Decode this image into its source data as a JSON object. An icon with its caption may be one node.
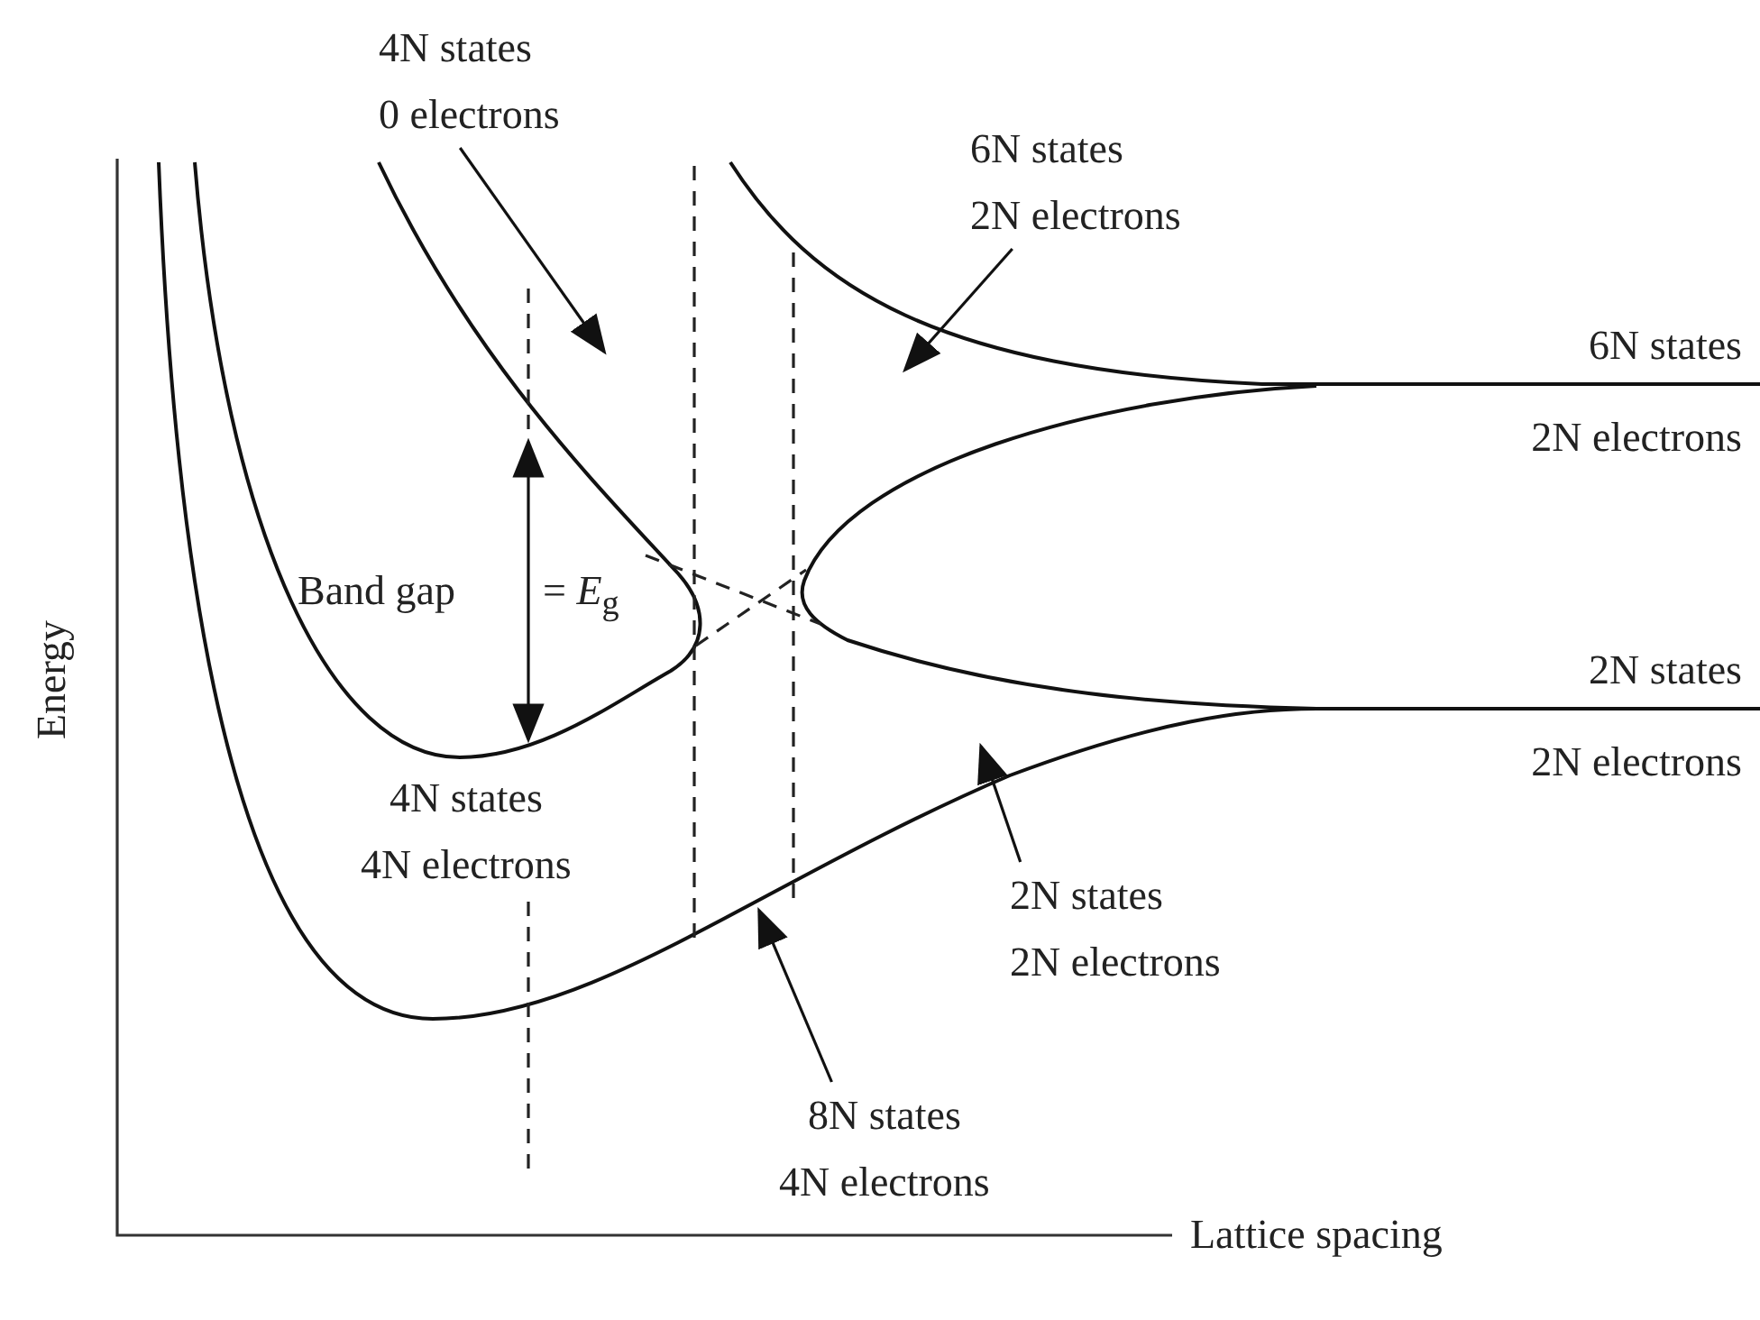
{
  "diagram": {
    "nodes": [
      {
        "text": [
          "4N states 0 electrons"
        ]
      },
      {
        "text": [
          "6N states 2N electrons"
        ]
      },
      {
        "text": [
          "2N states 2N electrons"
        ]
      },
      {
        "text": [
          "8N states 4N electrons"
        ]
      }
    ],
    "edges": [
      {
        "from": 0,
        "to": null,
        "arrow": "to"
      },
      {
        "from": 1,
        "to": null,
        "arrow": "to"
      },
      {
        "from": 2,
        "to": null,
        "arrow": "to"
      },
      {
        "from": 3,
        "to": null,
        "arrow": "to"
      }
    ],
    "labels": [
      "6N states",
      "2N electrons",
      "Band gap",
      "= *E*$_{g}$",
      "2N states",
      "2N electrons",
      "Energy",
      "4N states 4N electrons",
      "Lattice spacing"
    ]
  }
}
